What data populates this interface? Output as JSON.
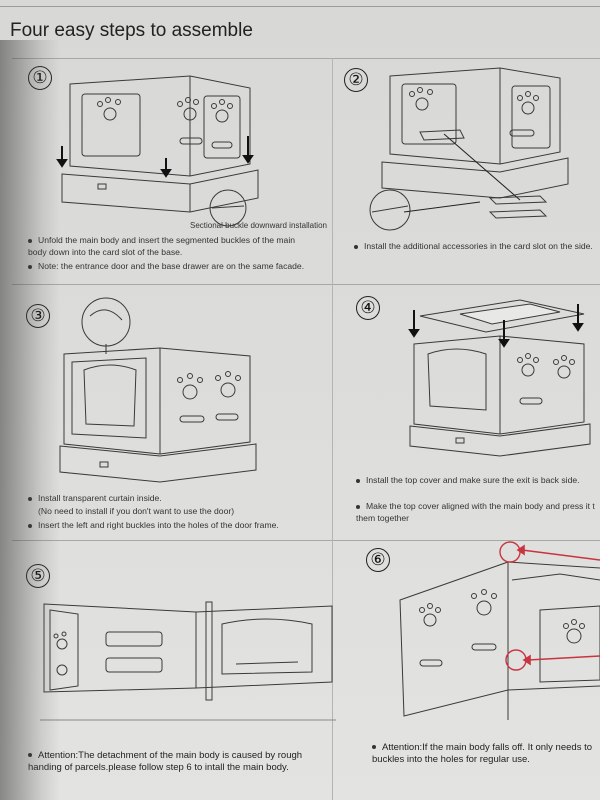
{
  "title": "Four easy steps to assemble",
  "steps": [
    {
      "num": "①",
      "callout": "Sectional buckle downward installation",
      "notes": [
        "Unfold the main body and insert the segmented buckles of the main body down into the card slot of the base.",
        "Note: the entrance door and the base drawer are on the same facade."
      ]
    },
    {
      "num": "②",
      "notes": [
        "Install the additional accessories in the card slot on the side."
      ]
    },
    {
      "num": "③",
      "notes": [
        "Install transparent curtain inside.",
        "(No need to install if you don't want to use the door)",
        "Insert the left and right buckles into the holes of the door frame."
      ]
    },
    {
      "num": "④",
      "notes": [
        "Install the top cover and make sure the exit is back side.",
        "Make the top cover aligned with the main body and press it t them together"
      ]
    },
    {
      "num": "⑤",
      "notes": [
        "Attention:The detachment of the main body is caused by rough handing of parcels.please follow step 6 to intall the main body."
      ]
    },
    {
      "num": "⑥",
      "notes": [
        "Attention:If the main body falls off. It only needs to buckles into the holes for regular use."
      ]
    }
  ],
  "colors": {
    "accent_arrow": "#c8343f",
    "line": "#333333"
  }
}
